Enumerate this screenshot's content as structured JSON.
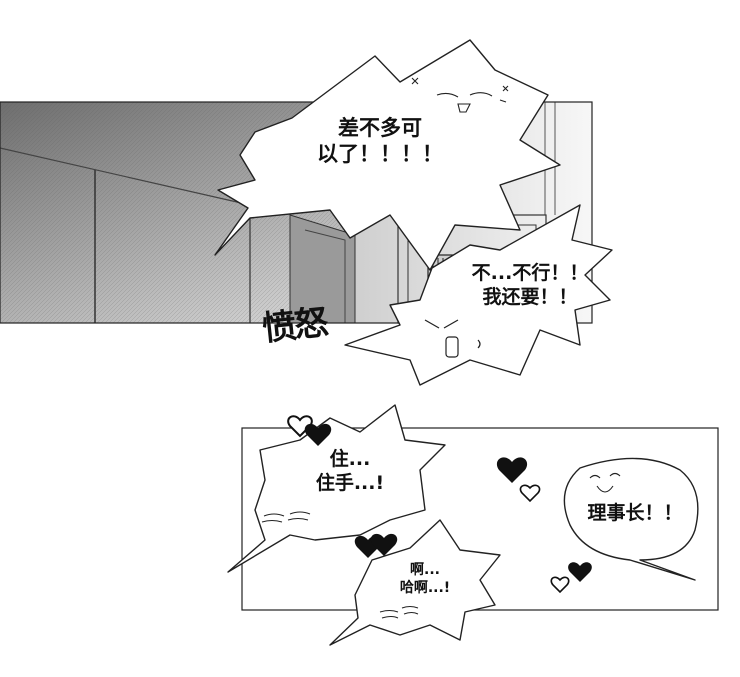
{
  "panel1": {
    "bubble_top": {
      "line1": "差不多可",
      "line2": "以了！！！！"
    },
    "bubble_right": {
      "line1": "不...不行！！",
      "line2": "我还要！！"
    },
    "sfx": "愤怒"
  },
  "panel2": {
    "bubble_left": {
      "line1": "住...",
      "line2": "住手...!"
    },
    "bubble_bottom": {
      "line1": "啊...",
      "line2": "哈啊...!"
    },
    "bubble_right": {
      "line1": "理事长！！"
    }
  },
  "colors": {
    "ink": "#111111",
    "paper": "#ffffff",
    "tone": "#8a8a8a"
  }
}
